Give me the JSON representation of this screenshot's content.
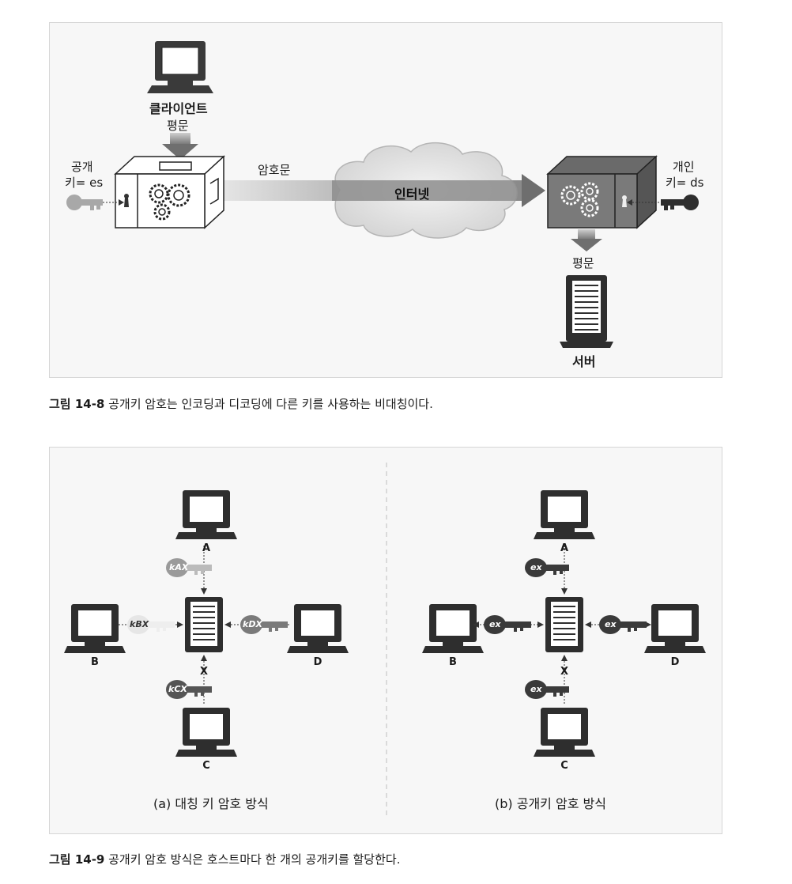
{
  "fig1": {
    "client_label": "클라이언트",
    "plaintext_top": "평문",
    "public_key_line1": "공개",
    "public_key_line2": "키= es",
    "ciphertext_label": "암호문",
    "internet_label": "인터넷",
    "private_key_line1": "개인",
    "private_key_line2": "키= ds",
    "plaintext_bottom": "평문",
    "server_label": "서버",
    "caption_bold": "그림 14-8",
    "caption_text": " 공개키 암호는 인코딩과 디코딩에 다른 키를 사용하는 비대칭이다."
  },
  "fig2": {
    "left": {
      "node_a": "A",
      "node_b": "B",
      "node_c": "C",
      "node_d": "D",
      "node_x": "X",
      "key_ax": "kAX",
      "key_bx": "kBX",
      "key_cx": "kCX",
      "key_dx": "kDX",
      "subtitle": "(a) 대칭 키 암호 방식"
    },
    "right": {
      "node_a": "A",
      "node_b": "B",
      "node_c": "C",
      "node_d": "D",
      "node_x": "X",
      "key_top": "ex",
      "key_left": "ex",
      "key_right": "ex",
      "key_bottom": "ex",
      "subtitle": "(b) 공개키 암호 방식"
    },
    "caption_bold": "그림 14-9",
    "caption_text": " 공개키 암호 방식은 호스트마다 한 개의 공개키를 할당한다."
  }
}
